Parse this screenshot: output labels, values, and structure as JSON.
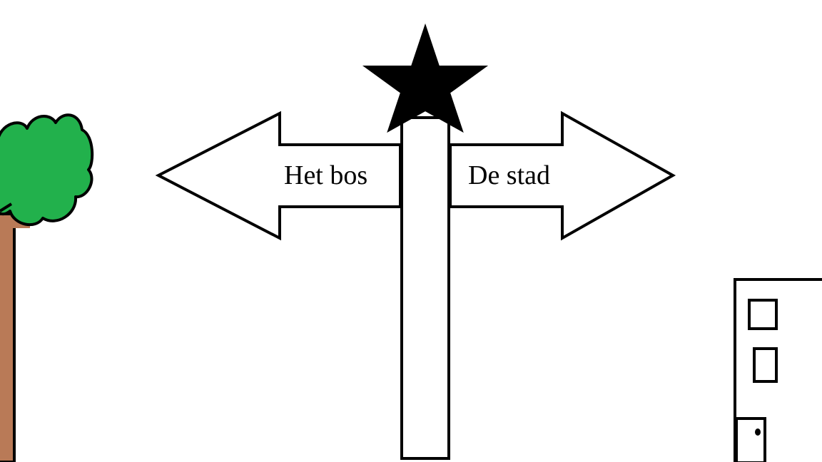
{
  "scene": {
    "background": "#ffffff",
    "outline_color": "#000000"
  },
  "signpost": {
    "left_sign": {
      "label": "Het bos",
      "direction": "left"
    },
    "right_sign": {
      "label": "De stad",
      "direction": "right"
    },
    "topper": {
      "icon": "star-icon",
      "color": "#000000"
    }
  },
  "tree": {
    "foliage_color": "#22b14c",
    "trunk_color": "#b97a57"
  },
  "building": {
    "wall_color": "#ffffff"
  }
}
